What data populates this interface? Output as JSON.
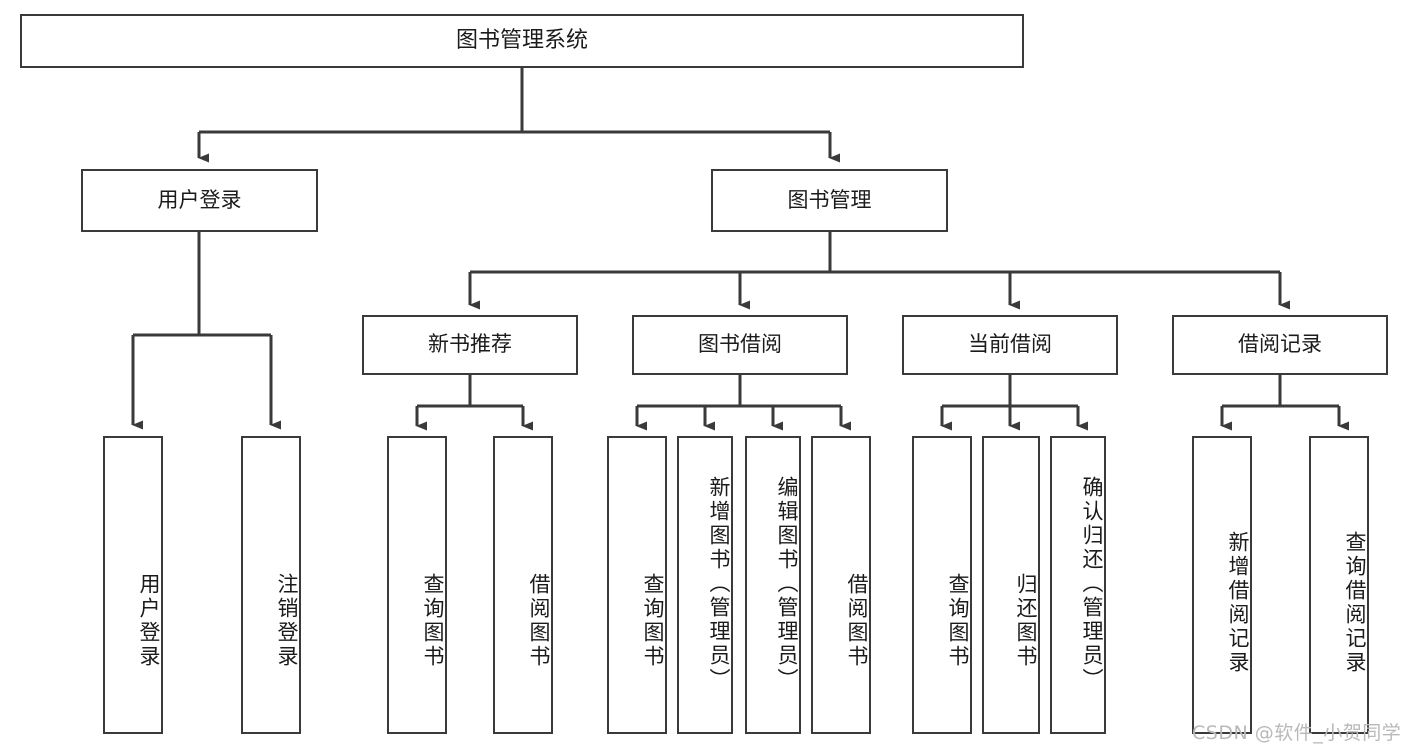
{
  "diagram": {
    "title": "图书管理系统",
    "type": "hierarchy-tree",
    "watermark": "CSDN @软件_小贺同学",
    "colors": {
      "box_border": "#3a3a3a",
      "box_fill": "#ffffff",
      "connector": "#3a3a3a",
      "text": "#1b1b1b",
      "watermark": "#b9b9b9",
      "background": "#ffffff"
    },
    "root": {
      "label": "图书管理系统"
    },
    "level2": [
      {
        "label": "用户登录"
      },
      {
        "label": "图书管理"
      }
    ],
    "level3": [
      {
        "label": "新书推荐"
      },
      {
        "label": "图书借阅"
      },
      {
        "label": "当前借阅"
      },
      {
        "label": "借阅记录"
      }
    ],
    "leaves": {
      "user_login": [
        {
          "label": "用户登录"
        },
        {
          "label": "注销登录"
        }
      ],
      "new_book_recommend": [
        {
          "label": "查询图书"
        },
        {
          "label": "借阅图书"
        }
      ],
      "book_borrow": [
        {
          "label": "查询图书"
        },
        {
          "label": "新增图书（管理员）"
        },
        {
          "label": "编辑图书（管理员）"
        },
        {
          "label": "借阅图书"
        }
      ],
      "current_borrow": [
        {
          "label": "查询图书"
        },
        {
          "label": "归还图书"
        },
        {
          "label": "确认归还（管理员）"
        }
      ],
      "borrow_record": [
        {
          "label": "新增借阅记录"
        },
        {
          "label": "查询借阅记录"
        }
      ]
    }
  }
}
